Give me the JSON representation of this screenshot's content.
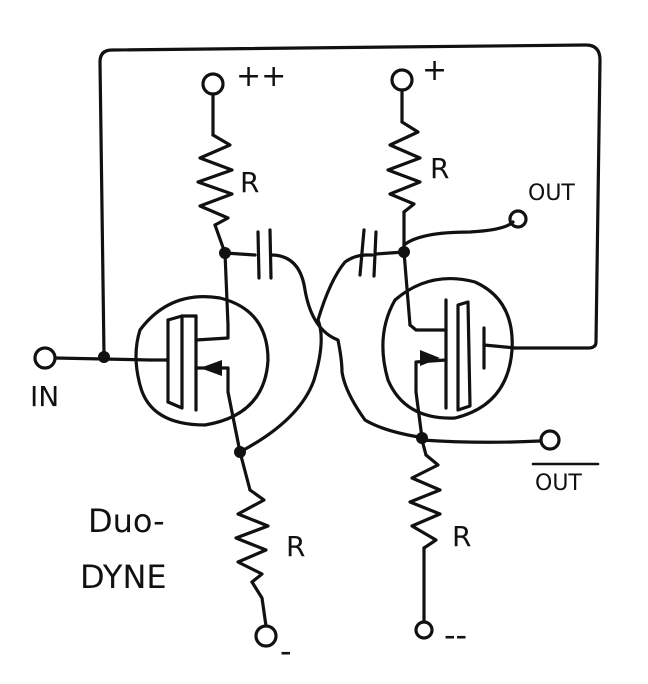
{
  "diagram": {
    "labels": {
      "supply_left": "++",
      "supply_right": "+",
      "resistor": "R",
      "out": "OUT",
      "out_inverted": "OUT",
      "input": "IN",
      "title_line1": "Duo-",
      "title_line2": "DYNE",
      "ground_left": "-",
      "ground_right": "--"
    }
  }
}
